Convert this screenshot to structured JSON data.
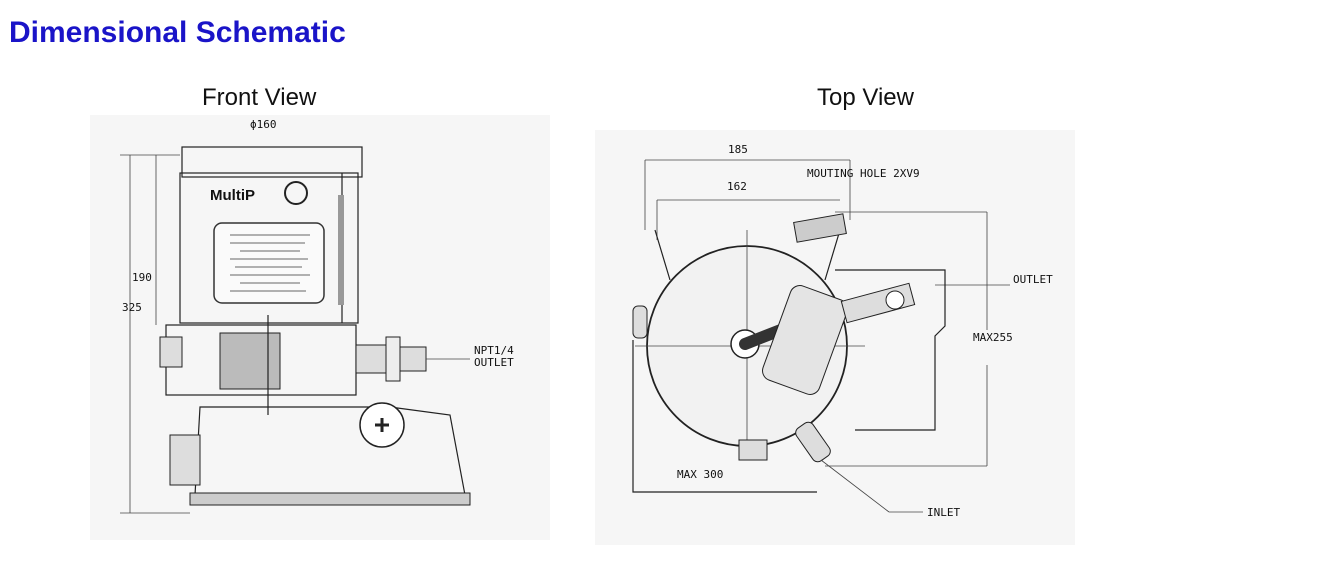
{
  "page": {
    "title": "Dimensional Schematic"
  },
  "front_view": {
    "title": "Front View",
    "dims": {
      "diameter": "ϕ160",
      "height_190": "190",
      "height_325": "325"
    },
    "brand": "MultiP",
    "outlet_label_1": "NPT1/4",
    "outlet_label_2": "OUTLET"
  },
  "top_view": {
    "title": "Top View",
    "dims": {
      "width_185": "185",
      "width_162": "162",
      "max_255": "MAX255",
      "max_300": "MAX 300"
    },
    "mounting_hole": "MOUTING HOLE 2XV9",
    "outlet": "OUTLET",
    "inlet": "INLET"
  }
}
